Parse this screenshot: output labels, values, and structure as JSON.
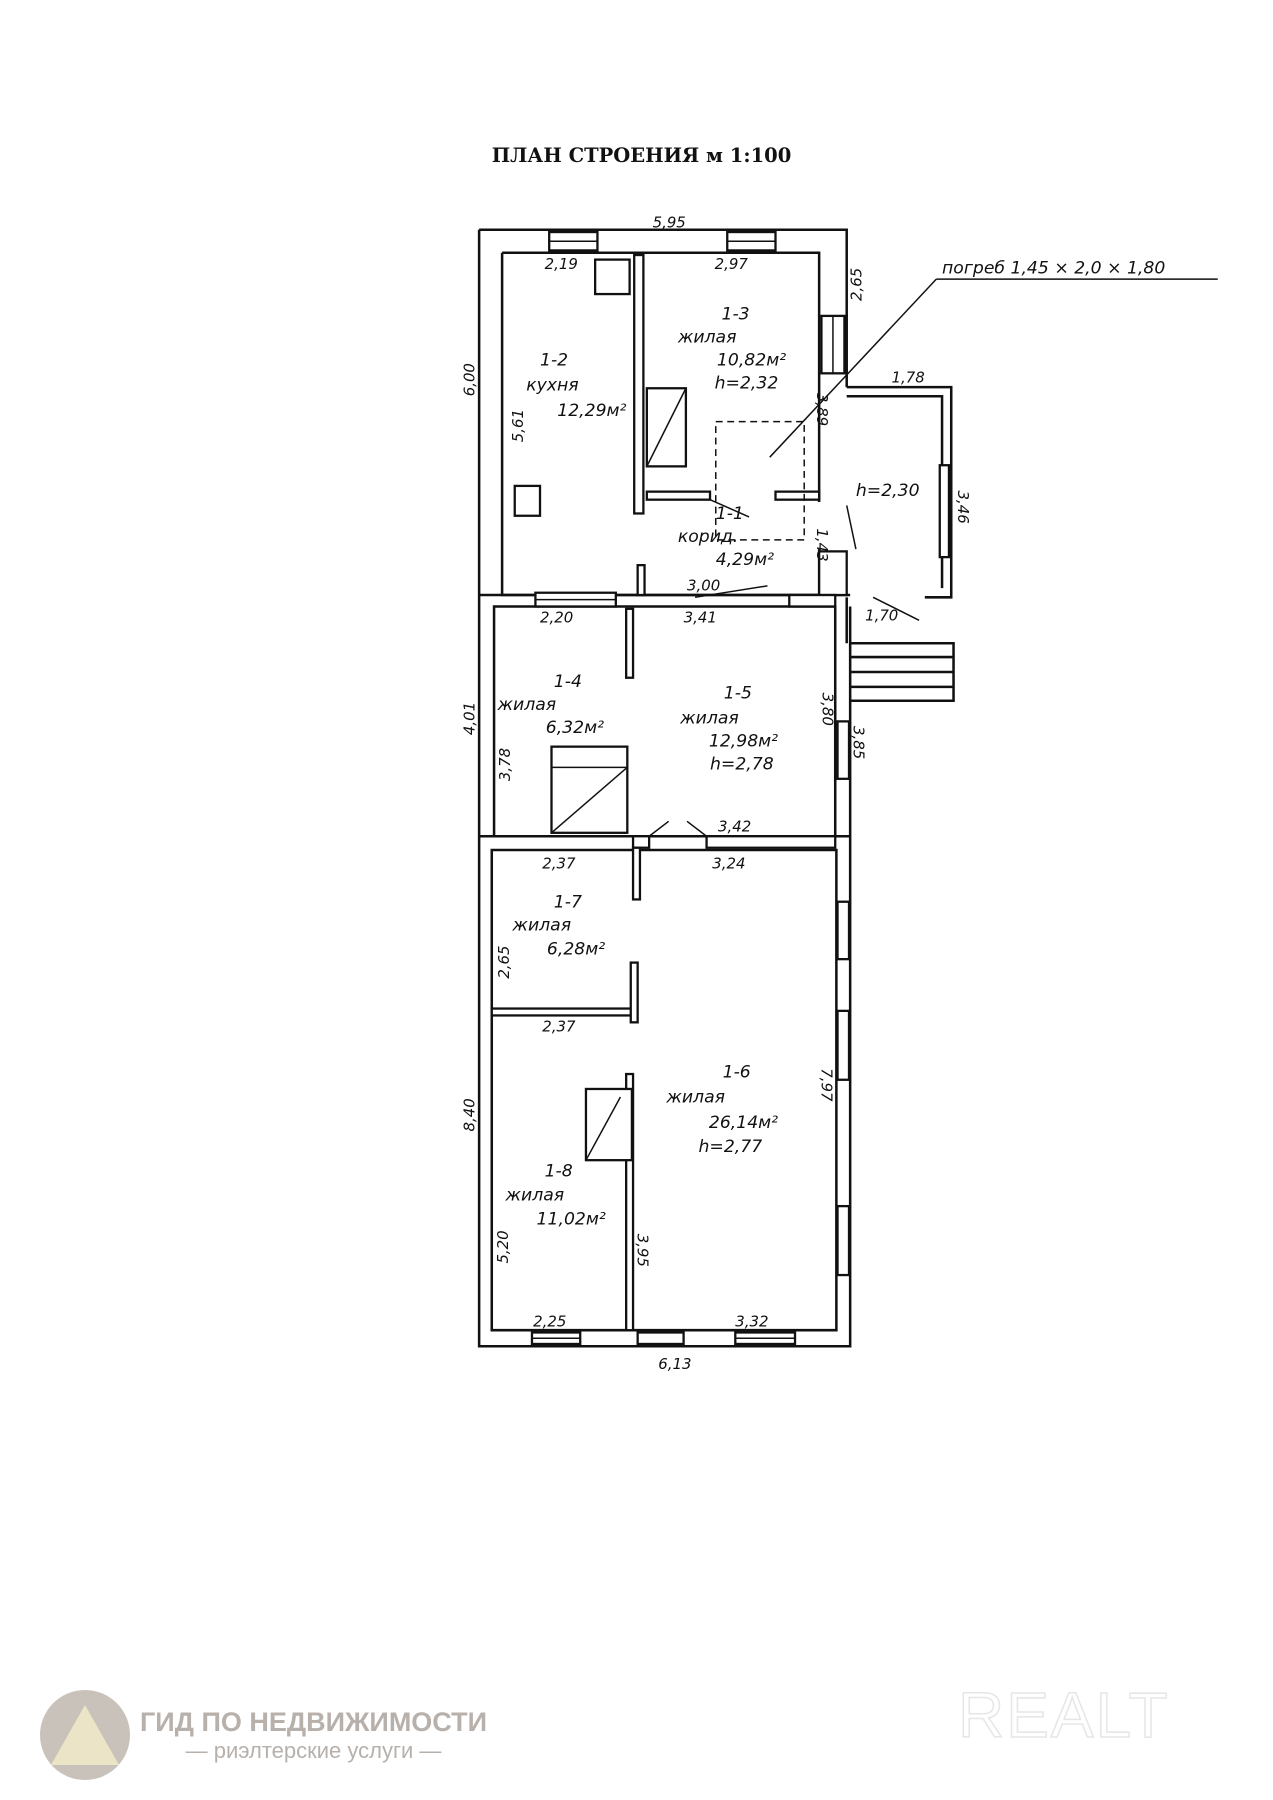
{
  "title": "ПЛАН СТРОЕНИЯ м 1:100",
  "cellar_note": "погреб 1,45 × 2,0 × 1,80",
  "rooms": [
    {
      "id": "1-1",
      "name": "корид.",
      "area": "4,29м²"
    },
    {
      "id": "1-2",
      "name": "кухня",
      "area": "12,29м²"
    },
    {
      "id": "1-3",
      "name": "жилая",
      "area": "10,82м²",
      "height": "h=2,32"
    },
    {
      "id": "1-4",
      "name": "жилая",
      "area": "6,32м²"
    },
    {
      "id": "1-5",
      "name": "жилая",
      "area": "12,98м²",
      "height": "h=2,78"
    },
    {
      "id": "1-6",
      "name": "жилая",
      "area": "26,14м²",
      "height": "h=2,77"
    },
    {
      "id": "1-7",
      "name": "жилая",
      "area": "6,28м²"
    },
    {
      "id": "1-8",
      "name": "жилая",
      "area": "11,02м²"
    }
  ],
  "veranda_height": "h=2,30",
  "dims": [
    "5,95",
    "2,19",
    "2,97",
    "2,65",
    "3,89",
    "6,00",
    "5,61",
    "1,78",
    "3,46",
    "1,43",
    "3,00",
    "1,70",
    "2,20",
    "3,41",
    "4,01",
    "3,78",
    "3,80",
    "3,85",
    "3,42",
    "2,37",
    "3,24",
    "2,65",
    "2,37",
    "8,40",
    "7,97",
    "5,20",
    "3,95",
    "2,25",
    "3,32",
    "6,13"
  ],
  "watermarks": {
    "agency": "ГИД ПО НЕДВИЖИМОСТИ",
    "agency_sub": "риэлтерские услуги",
    "site": "REALT"
  }
}
